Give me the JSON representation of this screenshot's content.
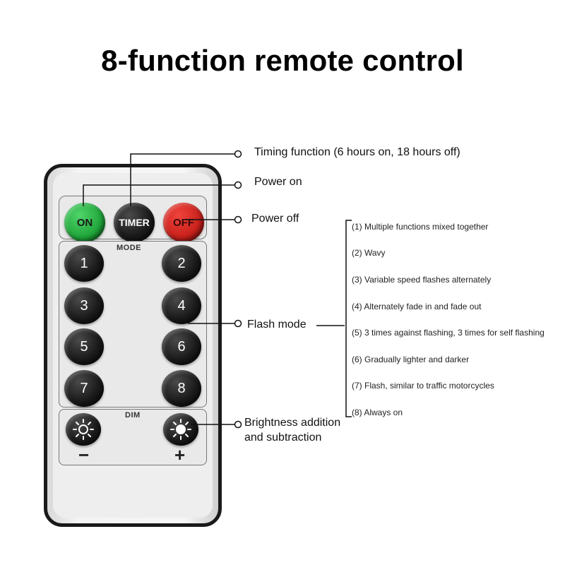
{
  "title": "8-function remote control",
  "remote": {
    "on_label": "ON",
    "timer_label": "TIMER",
    "off_label": "OFF",
    "mode_label": "MODE",
    "dim_label": "DIM",
    "minus_sign": "−",
    "plus_sign": "+",
    "mode_buttons": [
      "1",
      "2",
      "3",
      "4",
      "5",
      "6",
      "7",
      "8"
    ],
    "colors": {
      "on": "#1fa53a",
      "off": "#c8201b",
      "button": "#1b1b1b",
      "frame": "#1a1a1a"
    }
  },
  "callouts": {
    "timing": "Timing function (6 hours on, 18 hours off)",
    "power_on": "Power on",
    "power_off": "Power off",
    "flash_mode": "Flash mode",
    "brightness_line1": "Brightness addition",
    "brightness_line2": "and subtraction"
  },
  "flash_modes": [
    "(1) Multiple functions mixed together",
    "(2) Wavy",
    "(3) Variable speed flashes alternately",
    "(4) Alternately fade in and fade out",
    "(5) 3 times against flashing, 3 times for self flashing",
    "(6) Gradually lighter and darker",
    "(7) Flash, similar to traffic motorcycles",
    "(8) Always on"
  ],
  "icons": {
    "brightness_down": "sun-dim-icon",
    "brightness_up": "sun-bright-icon"
  }
}
